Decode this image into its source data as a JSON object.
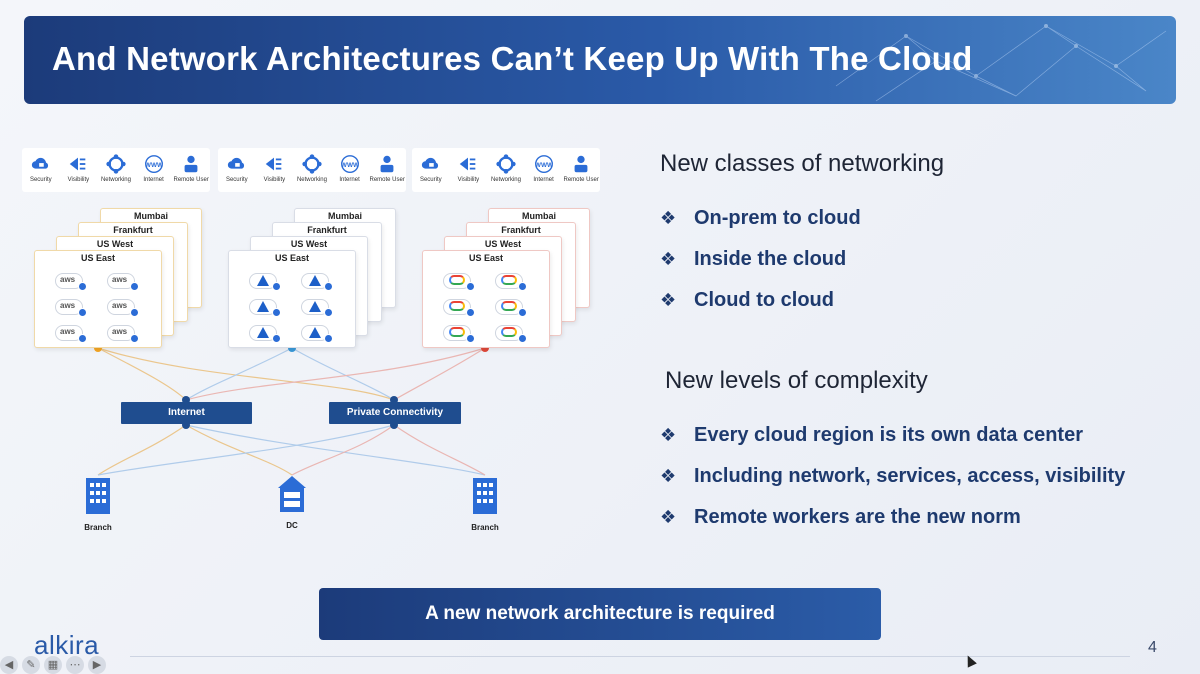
{
  "title": "And Network Architectures Can’t Keep Up With The Cloud",
  "services": [
    {
      "label": "Security",
      "icon": "cloud-lock-icon"
    },
    {
      "label": "Visibility",
      "icon": "visibility-icon"
    },
    {
      "label": "Networking",
      "icon": "networking-icon"
    },
    {
      "label": "Internet",
      "icon": "www-icon"
    },
    {
      "label": "Remote User",
      "icon": "remote-user-icon"
    }
  ],
  "regions": [
    "Mumbai",
    "Frankfurt",
    "US West",
    "US East"
  ],
  "clouds": [
    {
      "provider": "aws",
      "label": "aws",
      "dot_color": "#f5a623",
      "border_color": "#f0d9a8"
    },
    {
      "provider": "azure",
      "label": "",
      "dot_color": "#3a9ad9",
      "border_color": "#cfd8e6"
    },
    {
      "provider": "gcp",
      "label": "",
      "dot_color": "#e0483a",
      "border_color": "#efc8c4"
    }
  ],
  "network": {
    "internet": "Internet",
    "private": "Private Connectivity"
  },
  "sites": [
    {
      "label": "Branch",
      "icon": "building-icon"
    },
    {
      "label": "DC",
      "icon": "datacenter-icon"
    },
    {
      "label": "Branch",
      "icon": "building-icon"
    }
  ],
  "section1": {
    "heading": "New classes of networking",
    "bullets": [
      "On-prem to cloud",
      "Inside the cloud",
      "Cloud to cloud"
    ]
  },
  "section2": {
    "heading": "New levels of complexity",
    "bullets": [
      "Every cloud region is its own data center",
      "Including network, services, access, visibility",
      "Remote workers are the new norm"
    ]
  },
  "bullet_glyph": "❖",
  "cta": "A new network architecture is required",
  "logo": "alkira",
  "page_number": "4",
  "colors": {
    "accent": "#1f4d8f",
    "title_start": "#1c3b7a",
    "title_end": "#4a86c8",
    "bullet_text": "#1e3a6e"
  }
}
